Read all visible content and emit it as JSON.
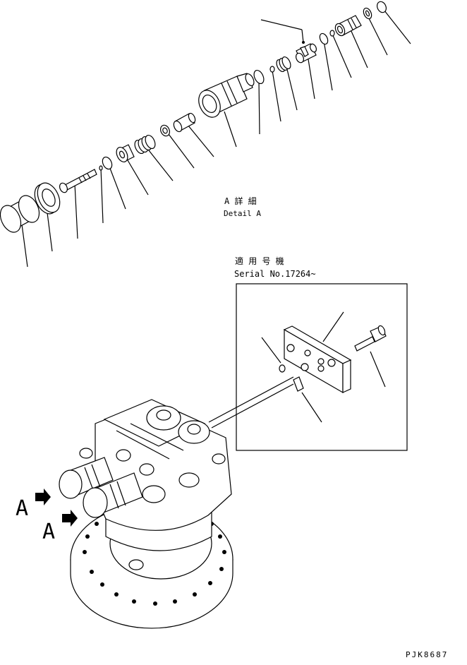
{
  "detail_heading": {
    "line1": "A 詳 細",
    "line2": "Detail A"
  },
  "serial_heading": {
    "line1": "適 用 号 機",
    "line2": "Serial No.17264~"
  },
  "view_arrow_labels": [
    "A",
    "A"
  ],
  "drawing_code": "PJK8687"
}
